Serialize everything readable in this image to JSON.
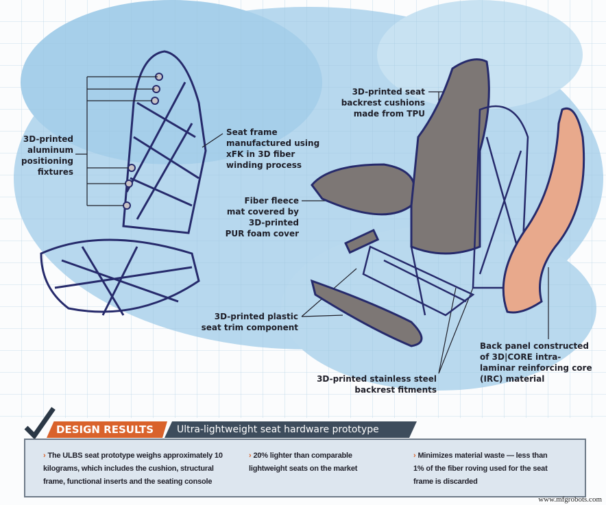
{
  "labels": {
    "fixtures": "3D-printed\naluminum\npositioning\nfixtures",
    "frame": "Seat frame\nmanufactured using\nxFK in 3D fiber\nwinding process",
    "cushions": "3D-printed seat\nbackrest cushions\nmade from TPU",
    "fleece": "Fiber fleece\nmat covered by\n3D-printed\nPUR foam cover",
    "trim": "3D-printed plastic\nseat trim component",
    "back_panel": "Back panel constructed\nof 3D|CORE intra-\nlaminar reinforcing core\n(IRC) material",
    "fitments": "3D-printed stainless steel\nbackrest fitments"
  },
  "banner": {
    "heading": "DESIGN RESULTS",
    "subheading": "Ultra-lightweight seat hardware prototype"
  },
  "results": [
    "The ULBS seat prototype weighs approximately 10\nkilograms, which includes the cushion, structural\nframe, functional inserts and the seating console",
    "20% lighter than comparable\nlightweight seats on the market",
    "Minimizes material waste — less than\n1% of the fiber roving used for the seat\nframe is discarded"
  ],
  "bullet_icon": "chevron-right-icon",
  "watermark": "www.mfgrobots.com",
  "colors": {
    "accent": "#d9622b",
    "banner_dark": "#3d4c5c",
    "frame": "#262a6b",
    "cushion": "#7d7775",
    "back_panel": "#e8a98c",
    "watercolor": "#a9d0ea"
  }
}
